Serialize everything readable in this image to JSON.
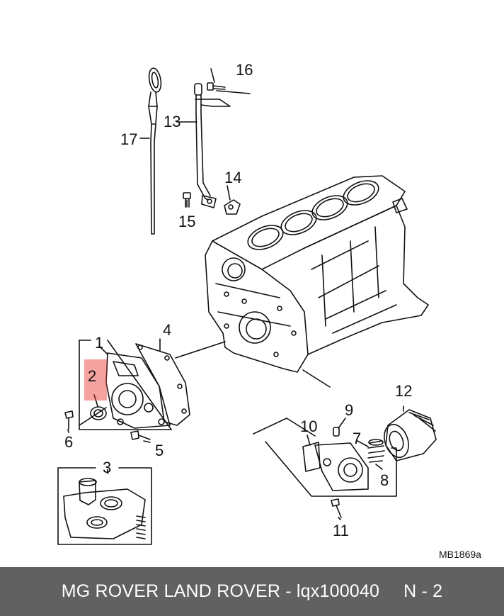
{
  "diagram": {
    "reference": "MB1869a",
    "highlight_color": "#e8342f",
    "callouts": [
      {
        "id": "1",
        "label": "1"
      },
      {
        "id": "2",
        "label": "2"
      },
      {
        "id": "3",
        "label": "3"
      },
      {
        "id": "4",
        "label": "4"
      },
      {
        "id": "5",
        "label": "5"
      },
      {
        "id": "6",
        "label": "6"
      },
      {
        "id": "7",
        "label": "7"
      },
      {
        "id": "8",
        "label": "8"
      },
      {
        "id": "9",
        "label": "9"
      },
      {
        "id": "10",
        "label": "10"
      },
      {
        "id": "11",
        "label": "11"
      },
      {
        "id": "12",
        "label": "12"
      },
      {
        "id": "13",
        "label": "13"
      },
      {
        "id": "14",
        "label": "14"
      },
      {
        "id": "15",
        "label": "15"
      },
      {
        "id": "16",
        "label": "16"
      },
      {
        "id": "17",
        "label": "17"
      }
    ]
  },
  "footer": {
    "brand_text": "MG ROVER LAND ROVER - lqx100040",
    "page_text": "N - 2",
    "background": "#616161"
  }
}
